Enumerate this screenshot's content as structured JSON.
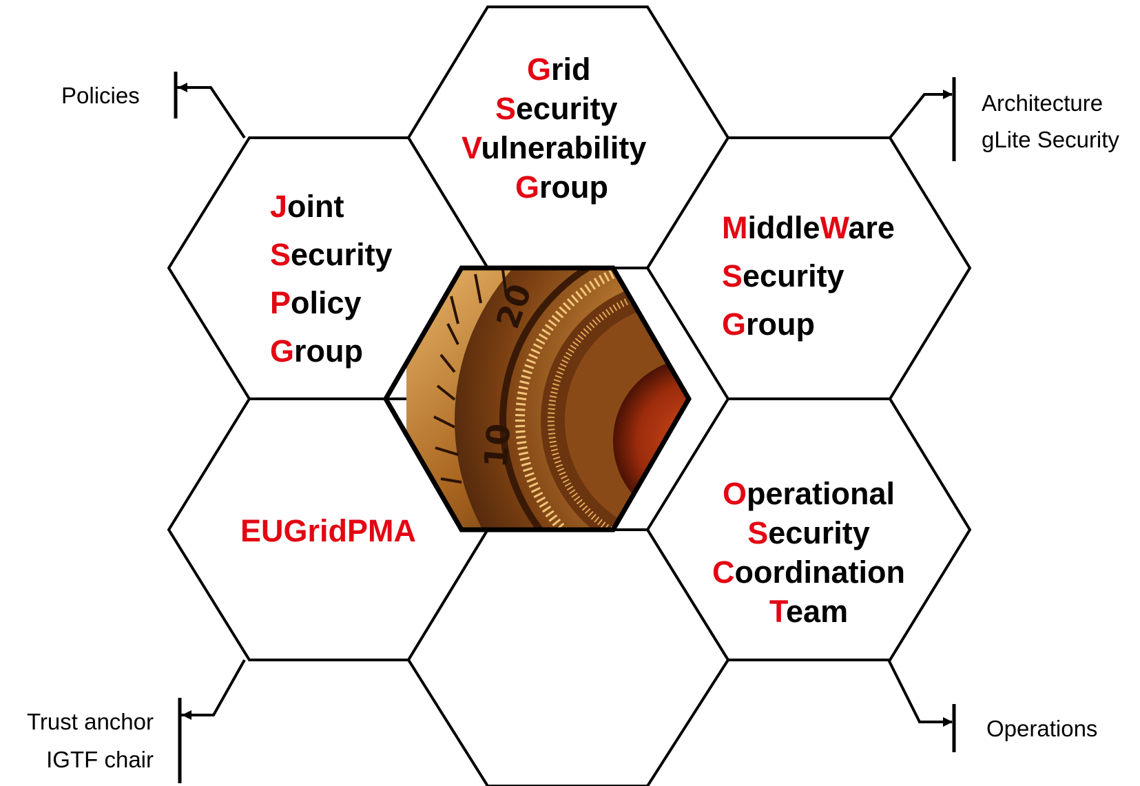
{
  "colors": {
    "accent": "#e30613",
    "text": "#000000",
    "outline": "#000000",
    "background": "#ffffff"
  },
  "center_image": {
    "icon": "combination-lock-dial-icon",
    "dial_numbers": [
      "20",
      "10"
    ]
  },
  "hexagons": {
    "gsvg": {
      "lines": [
        {
          "initial": "G",
          "rest": "rid"
        },
        {
          "initial": "S",
          "rest": "ecurity"
        },
        {
          "initial": "V",
          "rest": "ulnerability"
        },
        {
          "initial": "G",
          "rest": "roup"
        }
      ]
    },
    "jspg": {
      "lines": [
        {
          "initial": "J",
          "rest": "oint"
        },
        {
          "initial": "S",
          "rest": "ecurity"
        },
        {
          "initial": "P",
          "rest": "olicy"
        },
        {
          "initial": "G",
          "rest": "roup"
        }
      ]
    },
    "msg": {
      "lines": [
        {
          "initial": "M",
          "rest": "iddle",
          "initial2": "W",
          "rest2": "are"
        },
        {
          "initial": "S",
          "rest": "ecurity"
        },
        {
          "initial": "G",
          "rest": "roup"
        }
      ]
    },
    "eugridpma": {
      "label": "EUGridPMA"
    },
    "osct": {
      "lines": [
        {
          "initial": "O",
          "rest": "perational"
        },
        {
          "initial": "S",
          "rest": "ecurity"
        },
        {
          "initial": "C",
          "rest": "oordination"
        },
        {
          "initial": "T",
          "rest": "eam"
        }
      ]
    }
  },
  "side_labels": {
    "policies": "Policies",
    "architecture": [
      "Architecture",
      "gLite Security"
    ],
    "trust_anchor": [
      "Trust anchor",
      "IGTF chair"
    ],
    "operations": "Operations"
  }
}
